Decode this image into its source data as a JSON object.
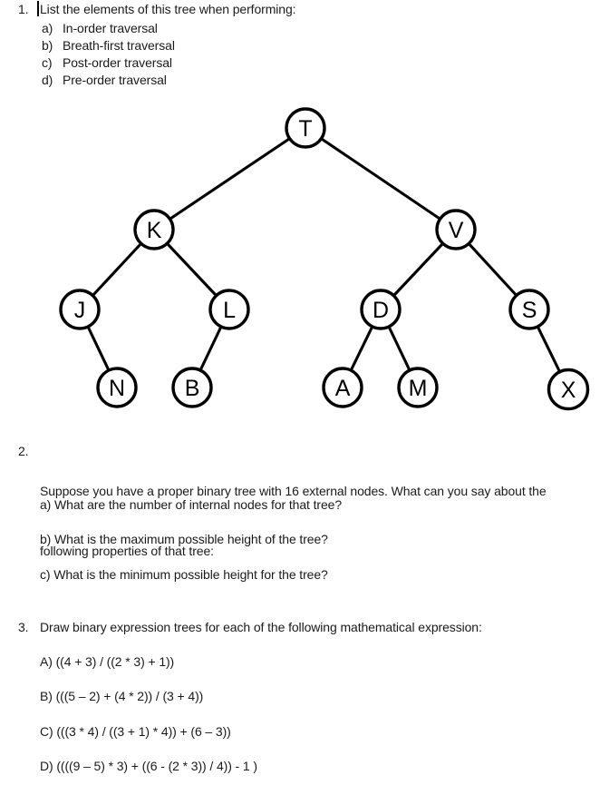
{
  "page": {
    "background": "#ffffff",
    "text_color": "#1a1a1a",
    "tree_ink": "#000000"
  },
  "questions": {
    "q1": {
      "number": "1.",
      "prompt": "List the elements of this tree when performing:",
      "items": [
        {
          "label": "a)",
          "text": "In-order traversal"
        },
        {
          "label": "b)",
          "text": "Breath-first traversal"
        },
        {
          "label": "c)",
          "text": "Post-order traversal"
        },
        {
          "label": "d)",
          "text": "Pre-order traversal"
        }
      ]
    },
    "q2": {
      "number": "2.",
      "prompt_lines": [
        "Suppose you have a proper binary tree with 16 external nodes. What can you say about the",
        "following properties of that tree:"
      ],
      "items": [
        {
          "text": "a) What are the number of internal nodes for that tree?"
        },
        {
          "text": "b) What is the maximum possible height of the tree?"
        },
        {
          "text": "c) What is the minimum possible height for the tree?"
        }
      ]
    },
    "q3": {
      "number": "3.",
      "prompt": "Draw binary expression trees for each of the following mathematical expression:",
      "items": [
        {
          "text": "A) ((4 + 3) / ((2 * 3) + 1))"
        },
        {
          "text": "B) (((5 – 2) + (4 * 2)) / (3 + 4))"
        },
        {
          "text": "C) (((3 * 4) / ((3 + 1) * 4)) + (6 – 3))"
        },
        {
          "text": "D) ((((9 – 5) * 3) + ((6 - (2 * 3)) / 4)) - 1 )"
        }
      ]
    }
  },
  "tree": {
    "root": "T",
    "nodes": [
      {
        "id": "T",
        "label": "T"
      },
      {
        "id": "K",
        "label": "K"
      },
      {
        "id": "V",
        "label": "V"
      },
      {
        "id": "J",
        "label": "J"
      },
      {
        "id": "L",
        "label": "L"
      },
      {
        "id": "D",
        "label": "D"
      },
      {
        "id": "S",
        "label": "S"
      },
      {
        "id": "N",
        "label": "N"
      },
      {
        "id": "B",
        "label": "B"
      },
      {
        "id": "A",
        "label": "A"
      },
      {
        "id": "M",
        "label": "M"
      },
      {
        "id": "X",
        "label": "X"
      }
    ],
    "edges": [
      {
        "from": "T",
        "to": "K",
        "side": "left"
      },
      {
        "from": "T",
        "to": "V",
        "side": "right"
      },
      {
        "from": "K",
        "to": "J",
        "side": "left"
      },
      {
        "from": "K",
        "to": "L",
        "side": "right"
      },
      {
        "from": "V",
        "to": "D",
        "side": "left"
      },
      {
        "from": "V",
        "to": "S",
        "side": "right"
      },
      {
        "from": "J",
        "to": "N",
        "side": "right"
      },
      {
        "from": "L",
        "to": "B",
        "side": "left"
      },
      {
        "from": "D",
        "to": "A",
        "side": "left"
      },
      {
        "from": "D",
        "to": "M",
        "side": "right"
      },
      {
        "from": "S",
        "to": "X",
        "side": "right"
      }
    ]
  }
}
